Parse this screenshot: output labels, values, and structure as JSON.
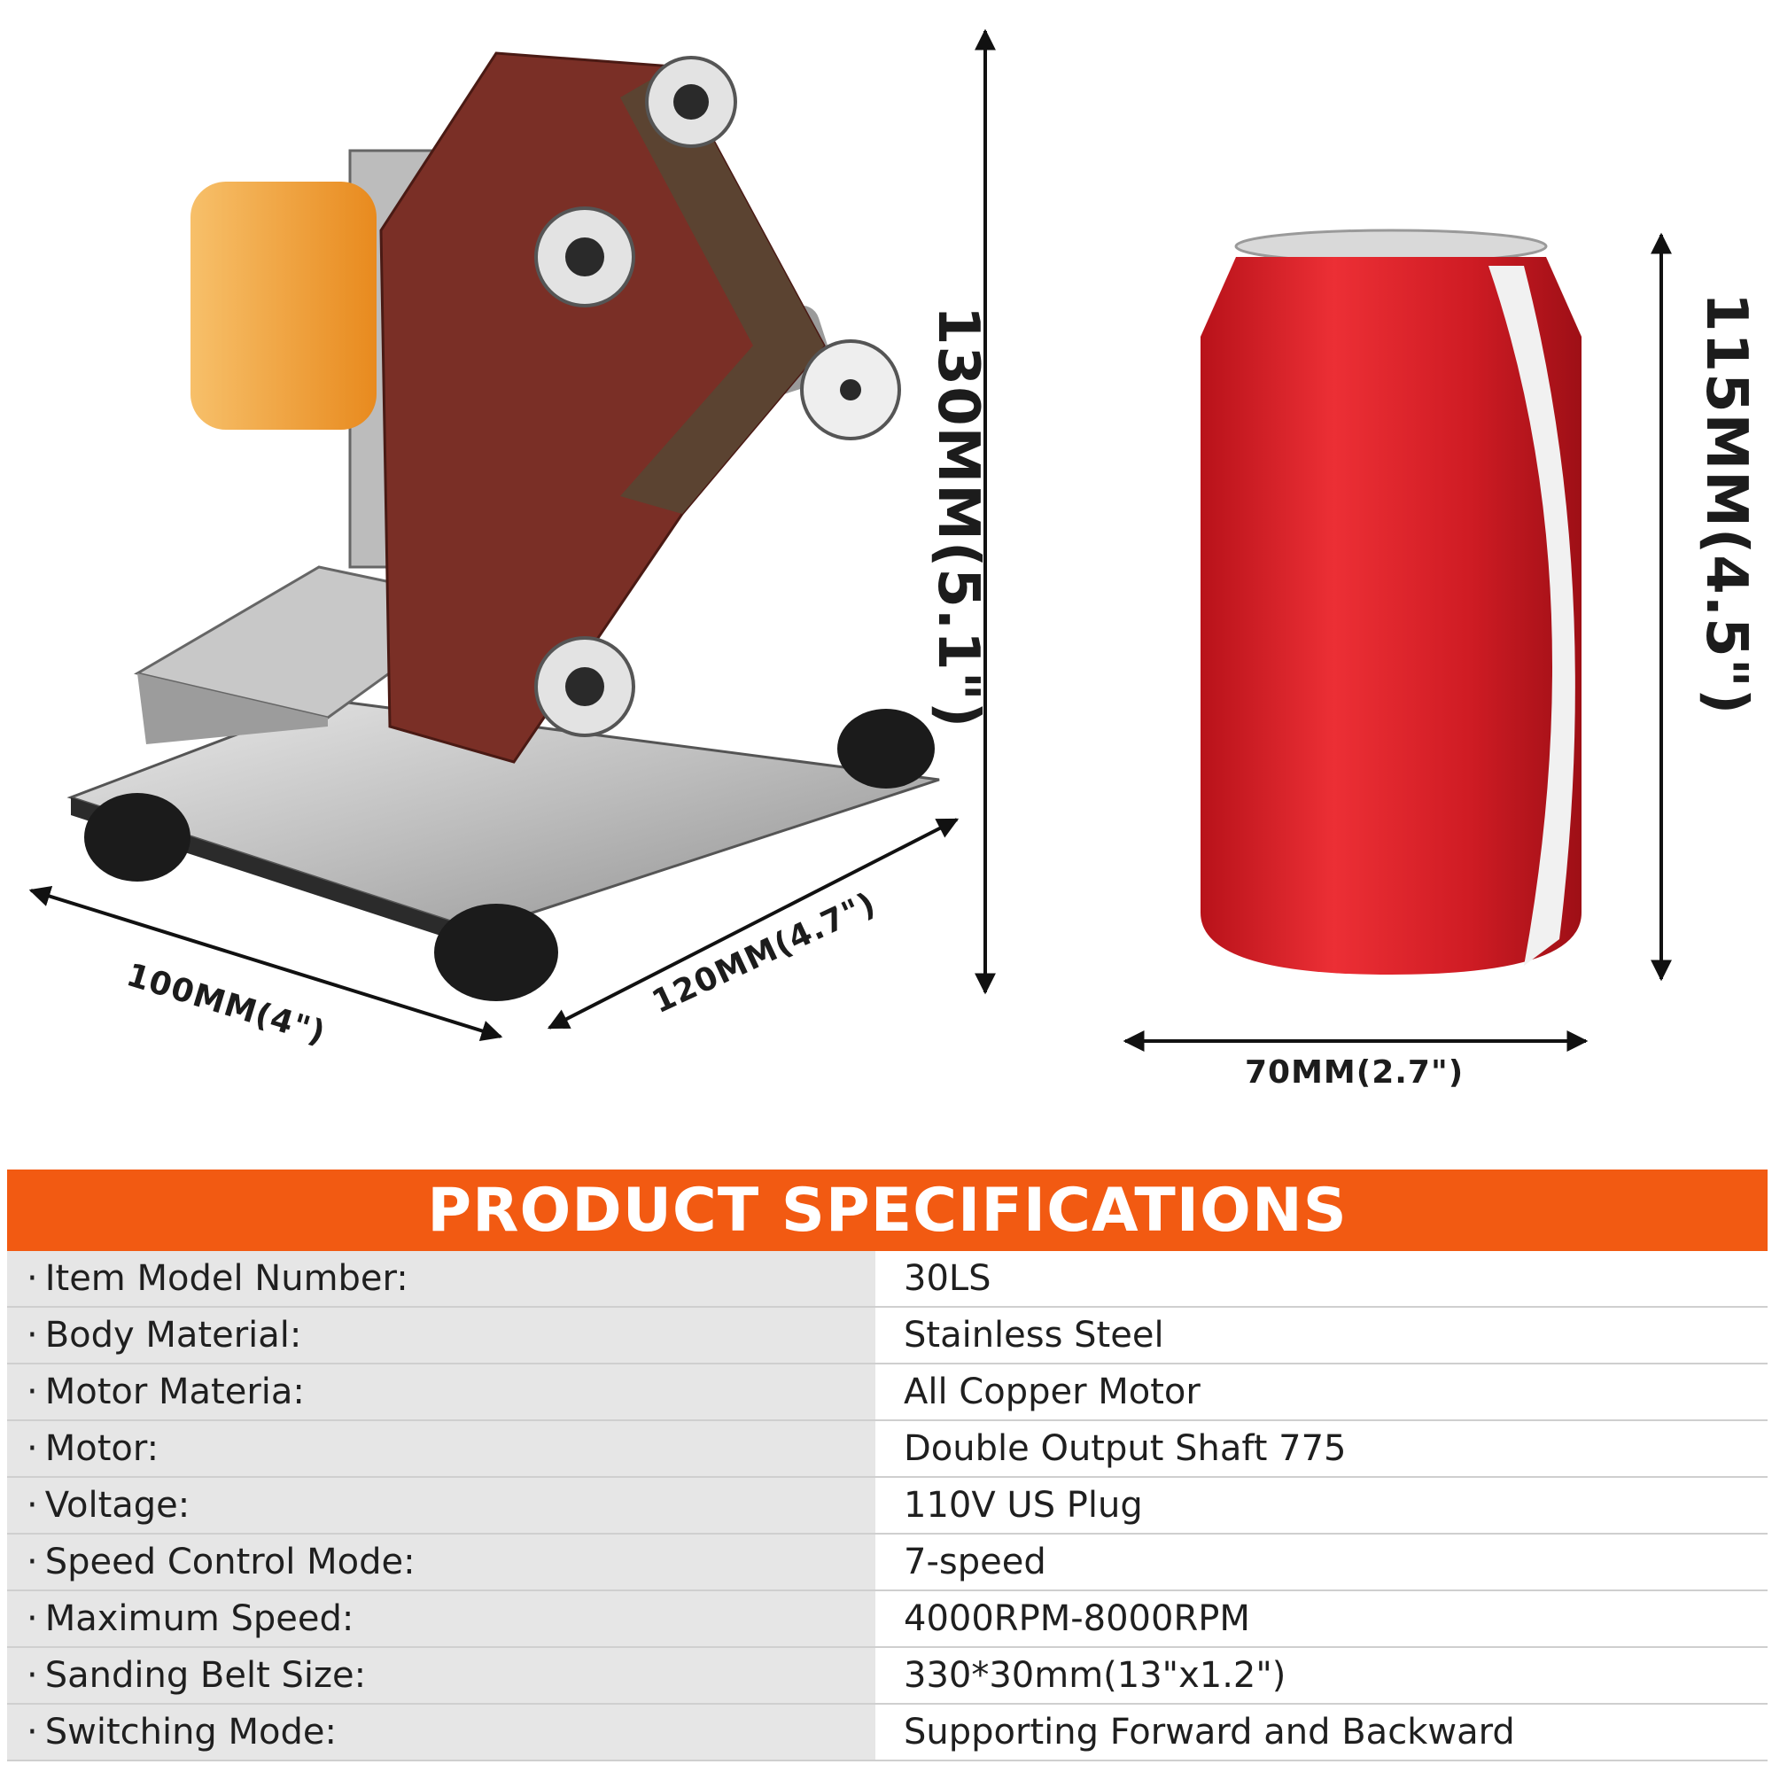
{
  "dimensions": {
    "machine_width": "100MM(4\")",
    "machine_depth": "120MM(4.7\")",
    "machine_height": "130MM(5.1\")",
    "can_height": "115MM(4.5\")",
    "can_width": "70MM(2.7\")"
  },
  "specs": {
    "title": "PRODUCT SPECIFICATIONS",
    "rows": [
      {
        "label": "Item Model Number:",
        "value": "30LS"
      },
      {
        "label": "Body Material:",
        "value": "Stainless Steel"
      },
      {
        "label": "Motor Materia:",
        "value": "All Copper Motor"
      },
      {
        "label": "Motor:",
        "value": "Double Output Shaft 775"
      },
      {
        "label": "Voltage:",
        "value": "110V US Plug"
      },
      {
        "label": "Speed Control Mode:",
        "value": "7-speed"
      },
      {
        "label": "Maximum Speed:",
        "value": "4000RPM-8000RPM"
      },
      {
        "label": "Sanding Belt Size:",
        "value": "330*30mm(13\"x1.2\")"
      },
      {
        "label": "Switching Mode:",
        "value": "Supporting Forward and Backward"
      }
    ]
  },
  "colors": {
    "header_orange": "#f25a12",
    "belt": "#7a2f26",
    "motor": "#f4a23c",
    "can_red": "#d8232a"
  }
}
